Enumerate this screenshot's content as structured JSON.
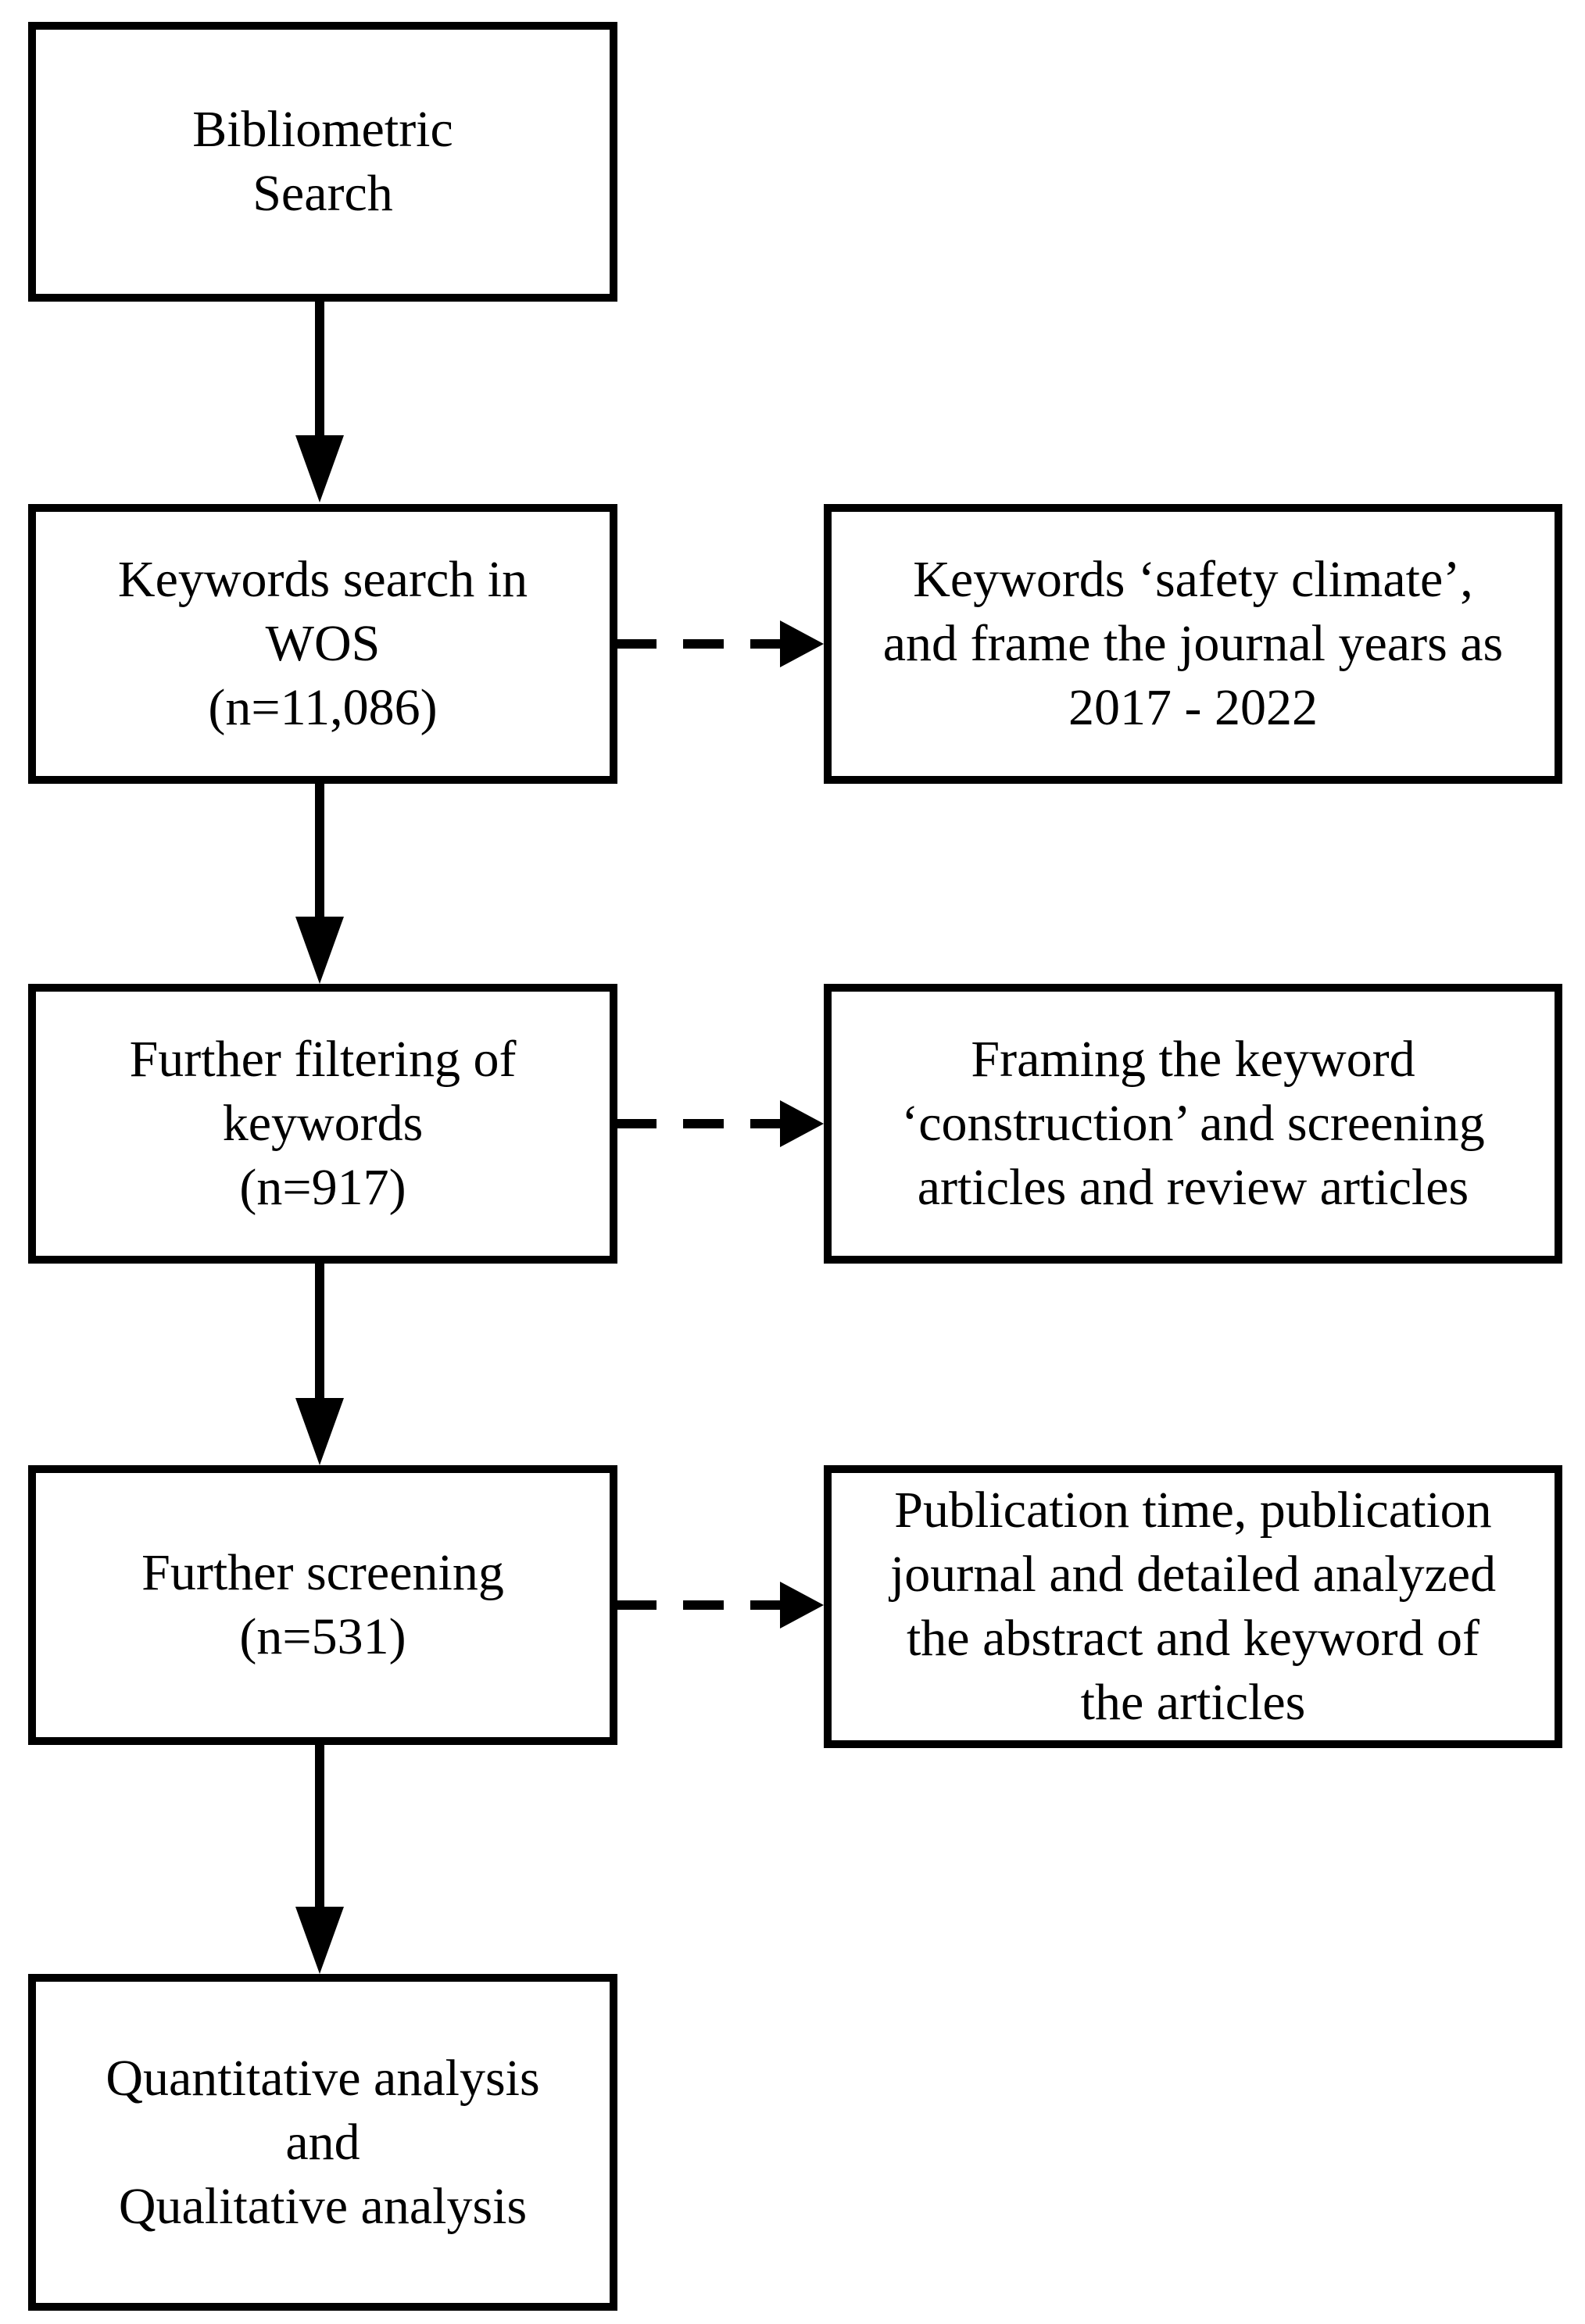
{
  "diagram": {
    "title": "Bibliometric search flowchart",
    "background_color": "#ffffff",
    "line_color": "#000000",
    "nodes": [
      {
        "id": "bibliometric-search",
        "lines": [
          "Bibliometric",
          "Search"
        ]
      },
      {
        "id": "keywords-search-wos",
        "lines": [
          "Keywords search in",
          "WOS",
          "(n=11,086)"
        ],
        "count": "n=11,086"
      },
      {
        "id": "further-filtering",
        "lines": [
          "Further filtering of",
          "keywords",
          "(n=917)"
        ],
        "count": "n=917"
      },
      {
        "id": "further-screening",
        "lines": [
          "Further screening",
          "(n=531)"
        ],
        "count": "n=531"
      },
      {
        "id": "analysis",
        "lines": [
          "Quantitative analysis",
          "and",
          "Qualitative analysis"
        ]
      }
    ],
    "annotations": [
      {
        "id": "note-safety-climate",
        "lines": [
          "Keywords ‘safety climate’,",
          "and frame the journal years as",
          "2017 - 2022"
        ]
      },
      {
        "id": "note-construction",
        "lines": [
          "Framing the keyword",
          "‘construction’ and screening",
          "articles and review articles"
        ]
      },
      {
        "id": "note-publication",
        "lines": [
          "Publication time, publication",
          "journal and detailed analyzed",
          "the abstract and keyword of",
          "the articles"
        ]
      }
    ]
  }
}
